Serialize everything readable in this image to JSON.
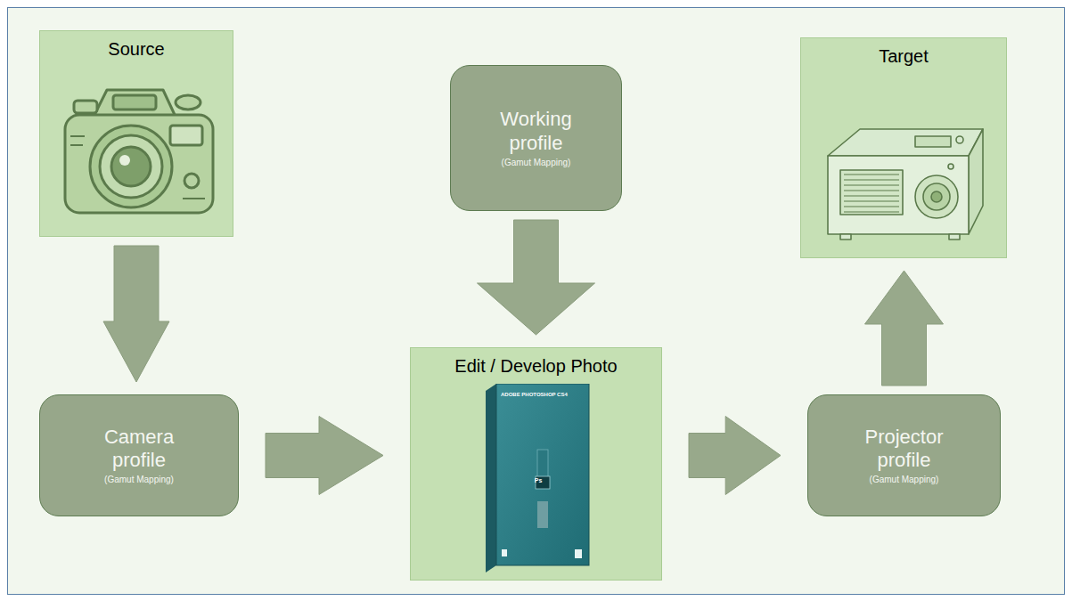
{
  "diagram": {
    "nodes": [
      {
        "text": [
          "Source"
        ]
      },
      {
        "text": [
          "Working profile",
          "(Gamut Mapping)"
        ]
      },
      {
        "text": [
          "Target"
        ]
      },
      {
        "text": [
          "Camera profile",
          "(Gamut Mapping)"
        ]
      },
      {
        "text": [
          "Edit / Develop Photo"
        ]
      },
      {
        "text": [
          "Projector profile",
          "(Gamut Mapping)"
        ]
      }
    ],
    "edges": [
      {
        "from": 0,
        "to": 3,
        "arrow": "to"
      },
      {
        "from": 1,
        "to": 4,
        "arrow": "to"
      },
      {
        "from": 3,
        "to": 4,
        "arrow": "to"
      },
      {
        "from": 4,
        "to": 5,
        "arrow": "to"
      },
      {
        "from": 5,
        "to": 2,
        "arrow": "to"
      }
    ],
    "labels": [
      "ADOBE PHOTOSHOP CS4",
      "Ps"
    ]
  }
}
